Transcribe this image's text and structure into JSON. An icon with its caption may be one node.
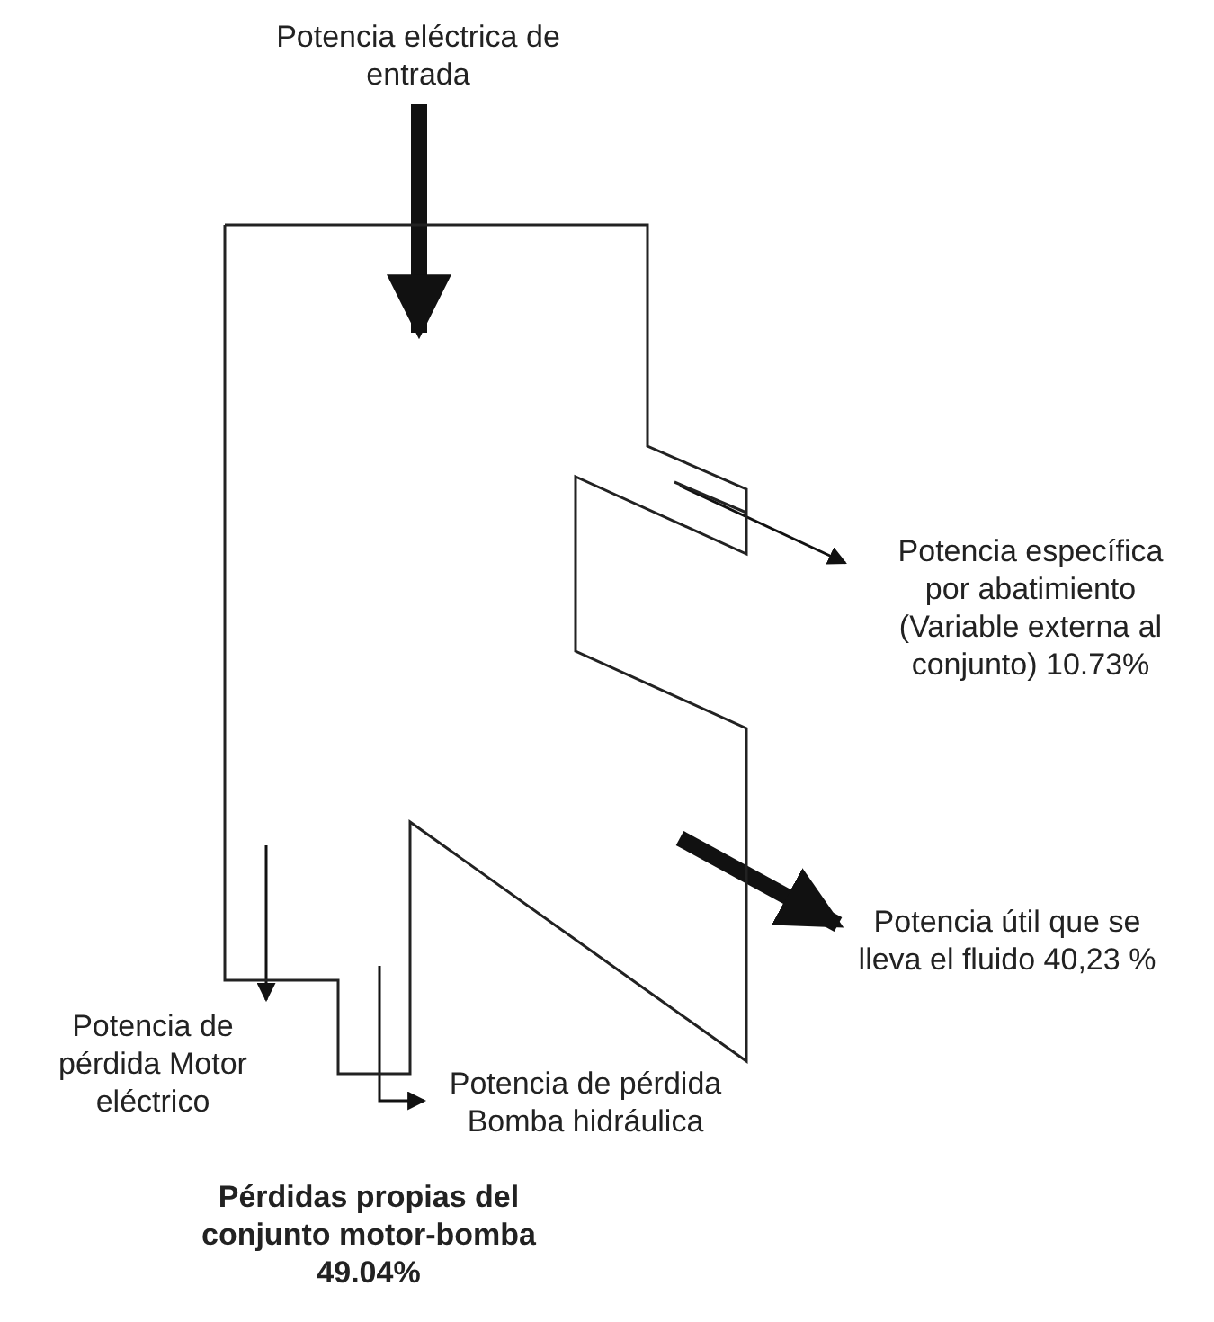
{
  "diagram": {
    "nodes": [
      {
        "text": [
          "Potencia eléctrica de entrada"
        ]
      },
      {
        "text": [],
        "shape": "band"
      },
      {
        "text": [
          "Potencia específica por abatimiento (Variable externa al conjunto) 10.73%"
        ]
      },
      {
        "text": [
          "Potencia útil que se lleva el fluido 40,23 %"
        ]
      },
      {
        "text": [
          "Potencia de pérdida Motor eléctrico"
        ]
      },
      {
        "text": [
          "Potencia de pérdida Bomba hidráulica"
        ]
      }
    ],
    "edges": [
      {
        "from": 0,
        "to": 1,
        "arrow": "to",
        "style": "thick"
      },
      {
        "from": 1,
        "to": 2,
        "arrow": "to"
      },
      {
        "from": 1,
        "to": 3,
        "arrow": "to",
        "style": "thick"
      },
      {
        "from": 1,
        "to": 4,
        "arrow": "to"
      },
      {
        "from": 1,
        "to": 5,
        "arrow": "to"
      }
    ],
    "labels": [
      "Pérdidas propias del conjunto motor-bomba 49.04%"
    ]
  }
}
